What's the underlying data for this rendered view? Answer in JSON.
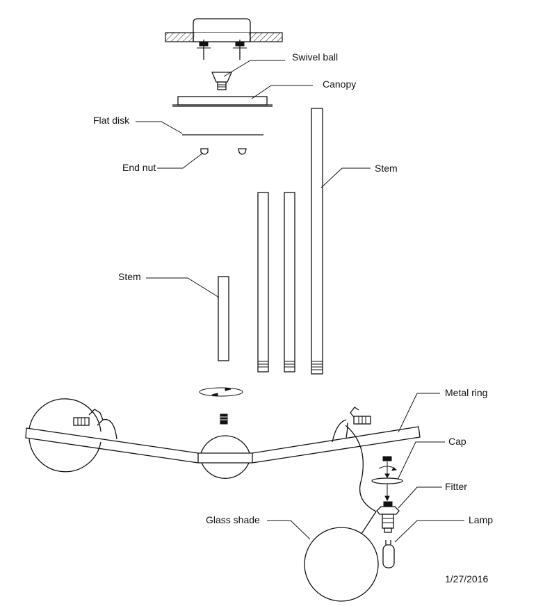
{
  "labels": {
    "swivel_ball": "Swivel ball",
    "canopy": "Canopy",
    "flat_disk": "Flat disk",
    "end_nut": "End nut",
    "stem_right": "Stem",
    "stem_left": "Stem",
    "metal_ring": "Metal ring",
    "cap": "Cap",
    "fitter": "Fitter",
    "glass_shade": "Glass shade",
    "lamp": "Lamp"
  },
  "date": "1/27/2016"
}
